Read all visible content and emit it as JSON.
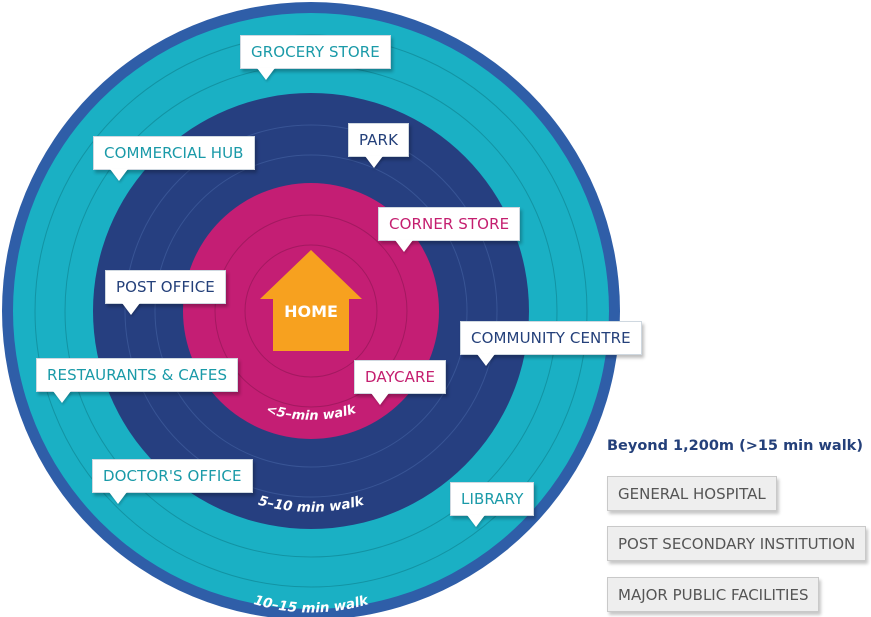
{
  "rings": [
    {
      "id": "outer",
      "label": "10–15 min walk",
      "color": "#1ab0c4"
    },
    {
      "id": "middle",
      "label": "5–10 min walk",
      "color": "#263f80"
    },
    {
      "id": "inner",
      "label": "<5–min walk",
      "color": "#c41e74"
    }
  ],
  "border_color": "#2f5ea8",
  "home": {
    "label": "HOME",
    "color": "#f7a11f"
  },
  "destinations": {
    "grocery_store": "GROCERY STORE",
    "commercial_hub": "COMMERCIAL HUB",
    "park": "PARK",
    "corner_store": "CORNER STORE",
    "post_office": "POST OFFICE",
    "community_centre": "COMMUNITY CENTRE",
    "restaurants_cafes": "RESTAURANTS & CAFES",
    "daycare": "DAYCARE",
    "doctors_office": "DOCTOR'S OFFICE",
    "library": "LIBRARY"
  },
  "beyond": {
    "heading": "Beyond 1,200m  (>15 min walk)",
    "items": [
      "GENERAL HOSPITAL",
      "POST SECONDARY INSTITUTION",
      "MAJOR PUBLIC FACILITIES"
    ]
  }
}
